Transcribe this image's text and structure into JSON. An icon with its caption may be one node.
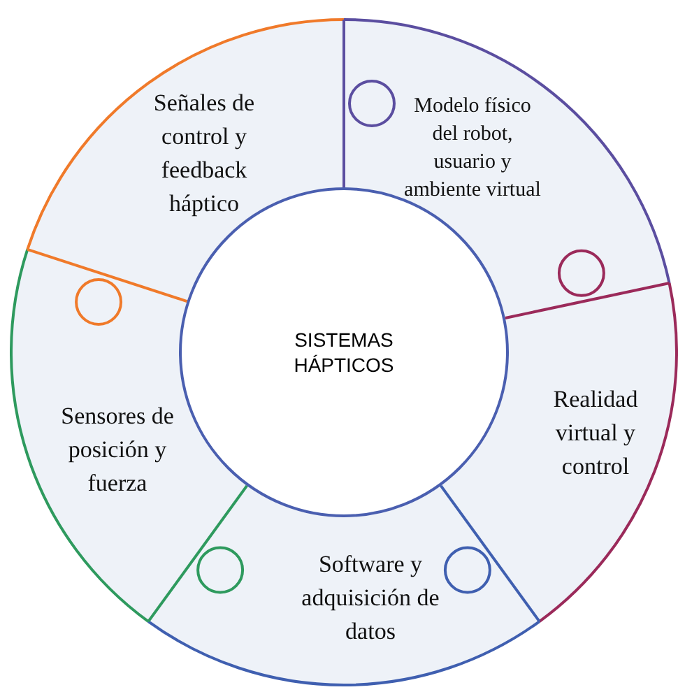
{
  "diagram": {
    "nodes": [
      {
        "text": [
          "SISTEMAS HÁPTICOS"
        ]
      },
      {
        "text": [
          "Modelo físico del robot, usuario y ambiente virtual"
        ]
      },
      {
        "text": [
          "Realidad virtual y control"
        ]
      },
      {
        "text": [
          "Software y adquisición de datos"
        ]
      },
      {
        "text": [
          "Sensores de posición y fuerza"
        ]
      },
      {
        "text": [
          "Señales de control y feedback háptico"
        ]
      }
    ]
  }
}
